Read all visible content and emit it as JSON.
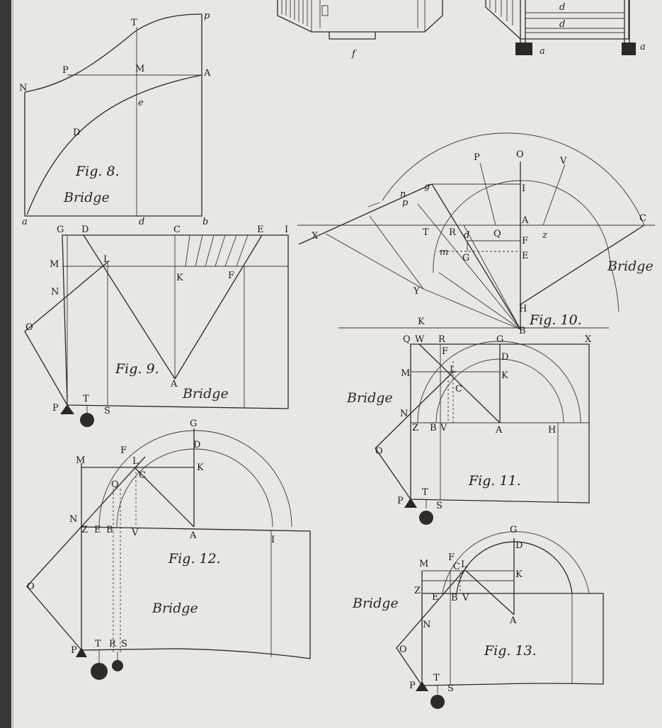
{
  "plate": {
    "background": "#e9e7e2",
    "ink": "#2b2824",
    "top_labels": {
      "f": "f",
      "a_left": "a",
      "a_right": "a",
      "d1": "d",
      "d2": "d"
    }
  },
  "fig8": {
    "caption": "Fig. 8.",
    "bridge": "Bridge",
    "labels": {
      "T": "T",
      "p": "p",
      "N": "N",
      "P": "P",
      "M": "M",
      "A": "A",
      "e": "e",
      "D": "D",
      "a": "a",
      "d": "d",
      "b": "b"
    }
  },
  "fig9": {
    "caption": "Fig. 9.",
    "bridge": "Bridge",
    "labels": {
      "G": "G",
      "D": "D",
      "C": "C",
      "E": "E",
      "I": "I",
      "M": "M",
      "L": "L",
      "K": "K",
      "F": "F",
      "N": "N",
      "O": "O",
      "A": "A",
      "P": "P",
      "T": "T",
      "S": "S"
    }
  },
  "fig10": {
    "caption": "Fig. 10.",
    "bridge": "Bridge",
    "labels": {
      "O": "O",
      "P": "P",
      "V": "V",
      "g": "g",
      "n": "n",
      "p": "p",
      "I": "I",
      "A": "A",
      "C": "C",
      "X": "X",
      "T": "T",
      "R": "R",
      "d": "d",
      "Q": "Q",
      "z": "z",
      "F": "F",
      "m": "m",
      "G": "G",
      "E": "E",
      "Y": "Y",
      "H": "H",
      "K": "K",
      "B": "B"
    }
  },
  "fig11": {
    "caption": "Fig. 11.",
    "bridge": "Bridge",
    "labels": {
      "Q": "Q",
      "W": "W",
      "R": "R",
      "G": "G",
      "X": "X",
      "F": "F",
      "D": "D",
      "M": "M",
      "L": "L",
      "K": "K",
      "C": "C",
      "N": "N",
      "Z": "Z",
      "B": "B",
      "V": "V",
      "A": "A",
      "H": "H",
      "O": "O",
      "P": "P",
      "T": "T",
      "S": "S"
    }
  },
  "fig12": {
    "caption": "Fig. 12.",
    "bridge": "Bridge",
    "labels": {
      "G": "G",
      "D": "D",
      "F": "F",
      "M": "M",
      "L": "L",
      "K": "K",
      "C": "C",
      "Q": "Q",
      "N": "N",
      "Z": "Z",
      "E": "E",
      "B": "B",
      "V": "V",
      "A": "A",
      "I": "I",
      "O": "O",
      "P": "P",
      "T": "T",
      "R": "R",
      "S": "S"
    }
  },
  "fig13": {
    "caption": "Fig. 13.",
    "bridge": "Bridge",
    "labels": {
      "G": "G",
      "D": "D",
      "M": "M",
      "F": "F",
      "C": "C",
      "L": "L",
      "K": "K",
      "Z": "Z",
      "E": "E",
      "B": "B",
      "V": "V",
      "N": "N",
      "A": "A",
      "O": "O",
      "P": "P",
      "T": "T",
      "S": "S"
    }
  }
}
